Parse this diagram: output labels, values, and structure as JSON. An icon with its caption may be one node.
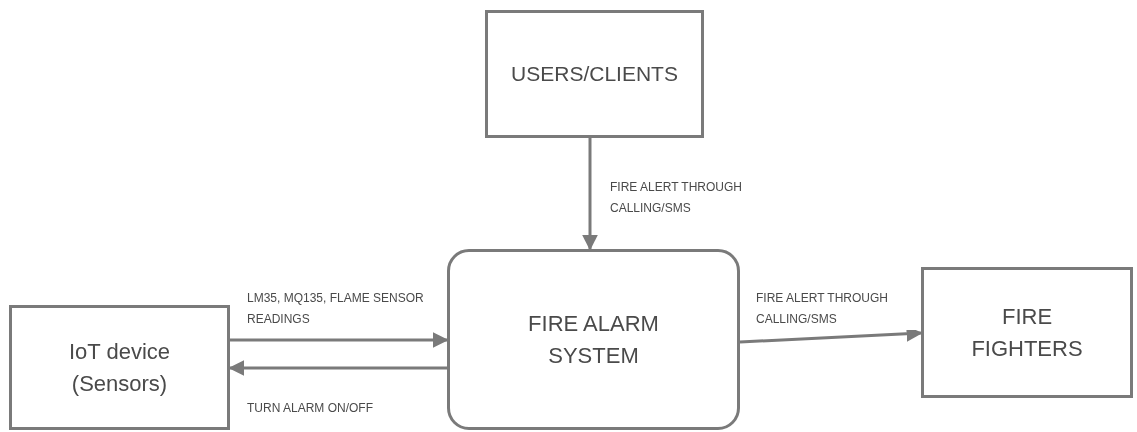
{
  "diagram": {
    "nodes": [
      {
        "text": [
          "USERS/CLIENTS"
        ]
      },
      {
        "text": [
          "FIRE ALARM SYSTEM"
        ]
      },
      {
        "text": [
          "IoT device (Sensors)"
        ]
      },
      {
        "text": [
          "FIRE FIGHTERS"
        ]
      }
    ],
    "edges": [
      {
        "from": 0,
        "to": 1,
        "arrow": "to",
        "label": "FIRE ALERT THROUGH CALLING/SMS"
      },
      {
        "from": 2,
        "to": 1,
        "arrow": "to",
        "label": "LM35, MQ135, FLAME SENSOR READINGS"
      },
      {
        "from": 1,
        "to": 2,
        "arrow": "to",
        "label": "TURN ALARM ON/OFF"
      },
      {
        "from": 1,
        "to": 3,
        "arrow": "to",
        "label": "FIRE ALERT THROUGH CALLING/SMS"
      }
    ]
  }
}
